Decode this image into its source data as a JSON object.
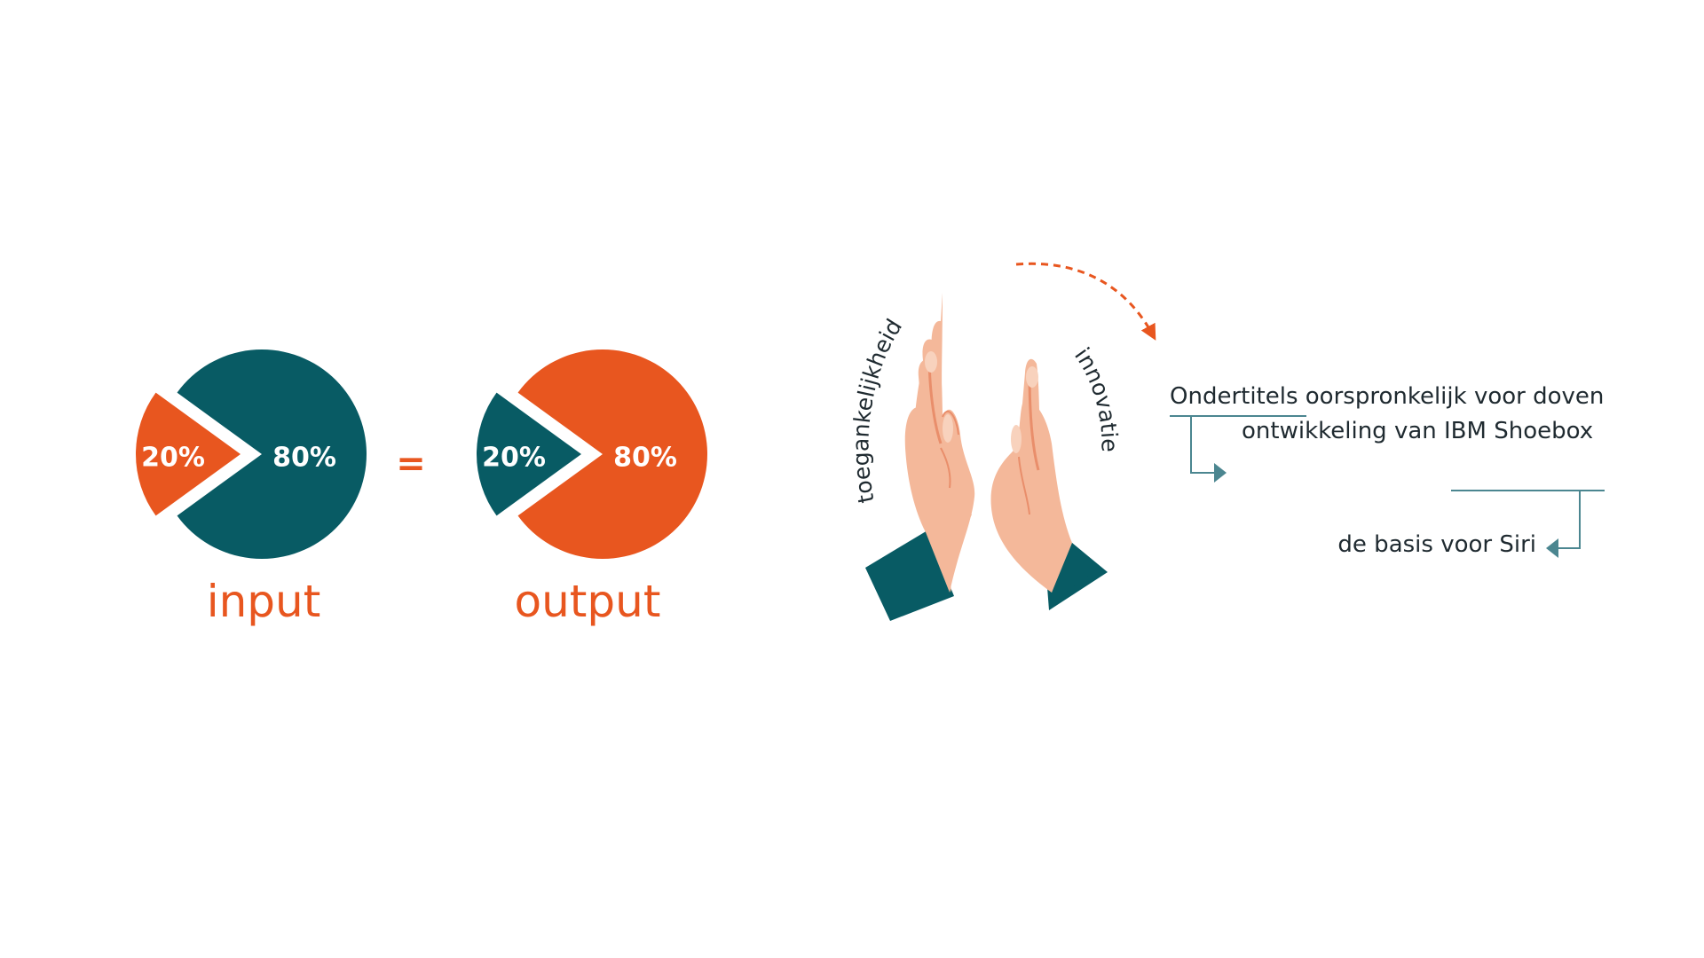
{
  "colors": {
    "teal": "#085b64",
    "orange": "#e8561f",
    "skin": "#f4b89a",
    "skin_shade": "#e98e6b",
    "nail": "#f8d2bd",
    "connector": "#4b8690",
    "text_dark": "#1f2a30"
  },
  "chart_data": [
    {
      "type": "pie",
      "caption": "input",
      "slices": [
        {
          "label": "20%",
          "value": 20,
          "color": "#e8561f"
        },
        {
          "label": "80%",
          "value": 80,
          "color": "#085b64"
        }
      ]
    },
    {
      "type": "pie",
      "caption": "output",
      "slices": [
        {
          "label": "20%",
          "value": 20,
          "color": "#085b64"
        },
        {
          "label": "80%",
          "value": 80,
          "color": "#e8561f"
        }
      ]
    }
  ],
  "equals_sign": "=",
  "hands": {
    "left_word": "toegankelijkheid",
    "right_word": "innovatie",
    "icons": [
      "left-hand-icon",
      "right-hand-icon",
      "dashed-curved-arrow-icon"
    ]
  },
  "timeline": {
    "line1": "Ondertitels oorspronkelijk voor doven",
    "line2": "ontwikkeling van IBM Shoebox",
    "line3": "de basis voor Siri"
  }
}
